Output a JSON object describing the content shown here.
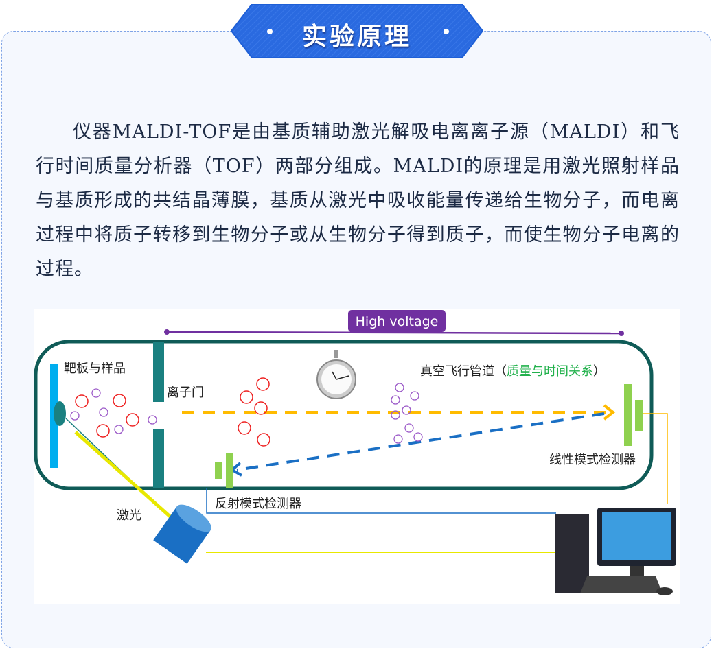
{
  "header": {
    "title": "实验原理"
  },
  "body_text": "仪器MALDI-TOF是由基质辅助激光解吸电离离子源（MALDI）和飞行时间质量分析器（TOF）两部分组成。MALDI的原理是用激光照射样品与基质形成的共结晶薄膜，基质从激光中吸收能量传递给生物分子，而电离过程中将质子转移到生物分子或从生物分子得到质子，而使生物分子电离的过程。",
  "diagram": {
    "high_voltage": "High voltage",
    "target_plate": "靶板与样品",
    "ion_gate": "离子门",
    "flight_tube": "真空飞行管道（",
    "flight_tube_note": "质量与时间关系",
    "flight_tube_close": "）",
    "linear_detector": "线性模式检测器",
    "reflector_detector": "反射模式检测器",
    "laser": "激光",
    "colors": {
      "banner": "#2a6ae0",
      "tube": "#0f5b57",
      "gate": "#1a8080",
      "plate": "#00aeef",
      "detector": "#8fd14f",
      "orange": "#ffbb00",
      "blue_dash": "#1a6fc4",
      "purple": "#7030a0",
      "green_note": "#22b14c",
      "ion_red": "#ee2222"
    }
  }
}
